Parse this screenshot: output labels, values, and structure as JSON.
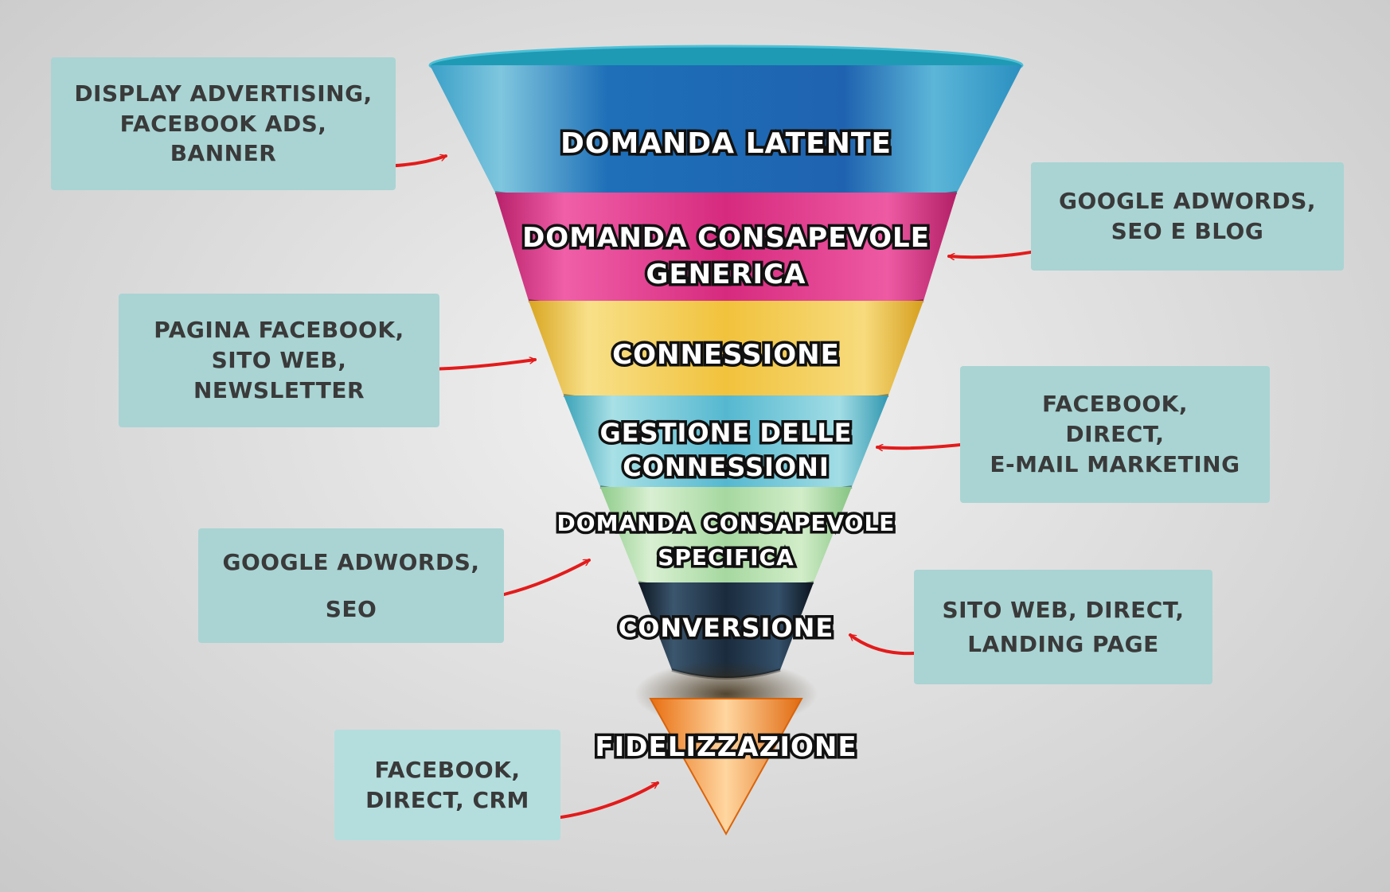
{
  "funnel": {
    "stages": [
      {
        "lines": [
          "DOMANDA LATENTE"
        ],
        "color": "#1f7fc0"
      },
      {
        "lines": [
          "DOMANDA CONSAPEVOLE",
          "GENERICA"
        ],
        "color": "#e0338a"
      },
      {
        "lines": [
          "CONNESSIONE"
        ],
        "color": "#f2c443"
      },
      {
        "lines": [
          "GESTIONE DELLE",
          "CONNESSIONI"
        ],
        "color": "#6fc7d6"
      },
      {
        "lines": [
          "DOMANDA CONSAPEVOLE",
          "SPECIFICA"
        ],
        "color": "#b4dfb0"
      },
      {
        "lines": [
          "CONVERSIONE"
        ],
        "color": "#1b2a3a"
      }
    ],
    "retention": {
      "lines": [
        "FIDELIZZAZIONE"
      ],
      "color": "#f58a1f"
    }
  },
  "channels": [
    {
      "text": "DISPLAY ADVERTISING,\nFACEBOOK ADS,\nBANNER"
    },
    {
      "text": "GOOGLE ADWORDS,\nSEO E BLOG"
    },
    {
      "text": "PAGINA FACEBOOK,\nSITO WEB,\nNEWSLETTER"
    },
    {
      "text": "FACEBOOK,\nDIRECT,\nE-MAIL MARKETING"
    },
    {
      "text": "GOOGLE ADWORDS,\n\nSEO"
    },
    {
      "text": "SITO WEB, DIRECT,\nLANDING PAGE"
    },
    {
      "text": "FACEBOOK,\nDIRECT, CRM"
    }
  ],
  "colors": {
    "arrow": "#e31b1b",
    "box": "#a9d4d3"
  }
}
